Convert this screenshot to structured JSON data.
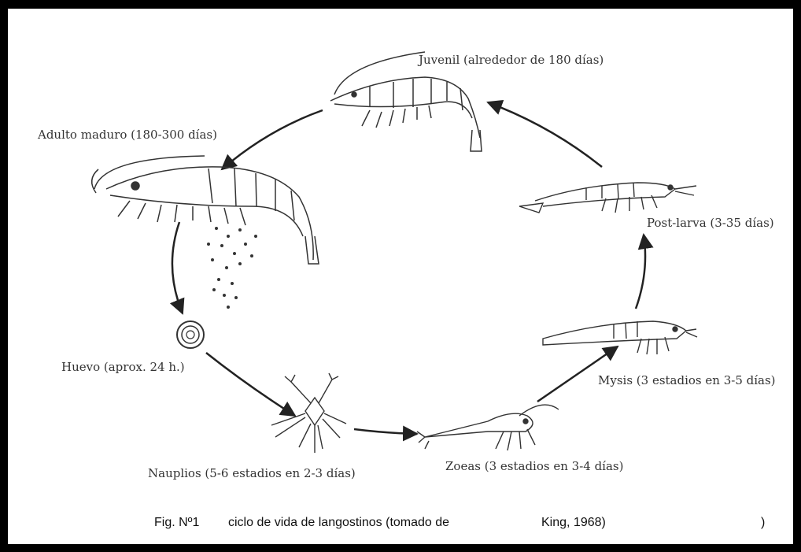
{
  "stages": {
    "juvenil": "Juvenil (alrededor de 180 días)",
    "adulto": "Adulto maduro (180-300 días)",
    "postlarva": "Post-larva (3-35 días)",
    "huevo": "Huevo (aprox. 24 h.)",
    "mysis": "Mysis (3 estadios en 3-5 días)",
    "nauplios": "Nauplios (5-6 estadios en 2-3 días)",
    "zoeas": "Zoeas (3 estadios en 3-4 días)"
  },
  "caption": {
    "fig": "Fig. Nº1",
    "text": "ciclo de vida de  langostinos (tomado de",
    "source": "King, 1968)",
    "trailing": ")"
  },
  "colors": {
    "frame": "#000000",
    "ink": "#333333"
  }
}
